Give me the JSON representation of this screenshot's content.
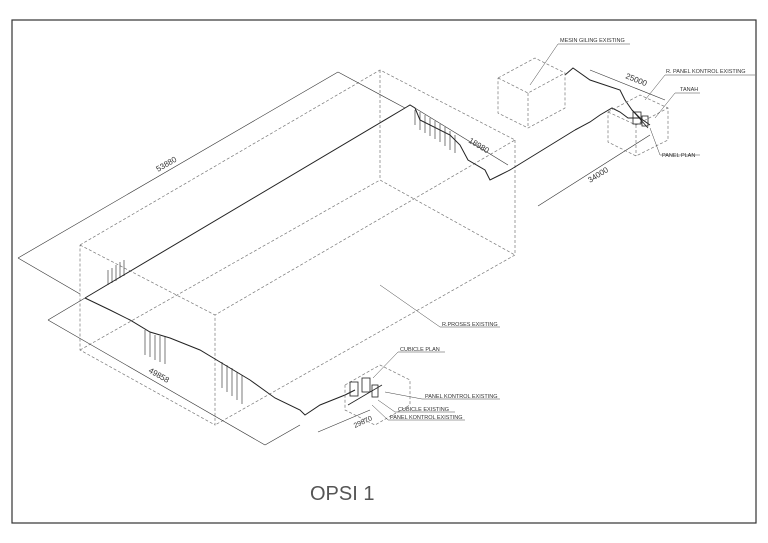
{
  "drawing": {
    "title": "OPSI 1",
    "labels": {
      "mesin_giling": "MESIN GILING EXISTING",
      "r_panel_kontrol": "R. PANEL KONTROL EXISTING",
      "tanah": "TANAH",
      "panel_plan": "PANEL PLAN",
      "r_proses": "R.PROSES EXISTING",
      "cubicle_plan": "CUBICLE PLAN",
      "panel_kontrol": "PANEL KONTROL EXISTING",
      "cubicle_existing": "CUBICLE EXISTING",
      "panel_kontrol_2": "PANEL KONTROL EXISTING"
    },
    "dimensions": {
      "d1": "53880",
      "d2": "18980",
      "d3": "25000",
      "d4": "34000",
      "d5": "49858",
      "d6": "29870"
    }
  },
  "colors": {
    "line": "#222222",
    "dashed": "#777777",
    "frame": "#333333"
  }
}
